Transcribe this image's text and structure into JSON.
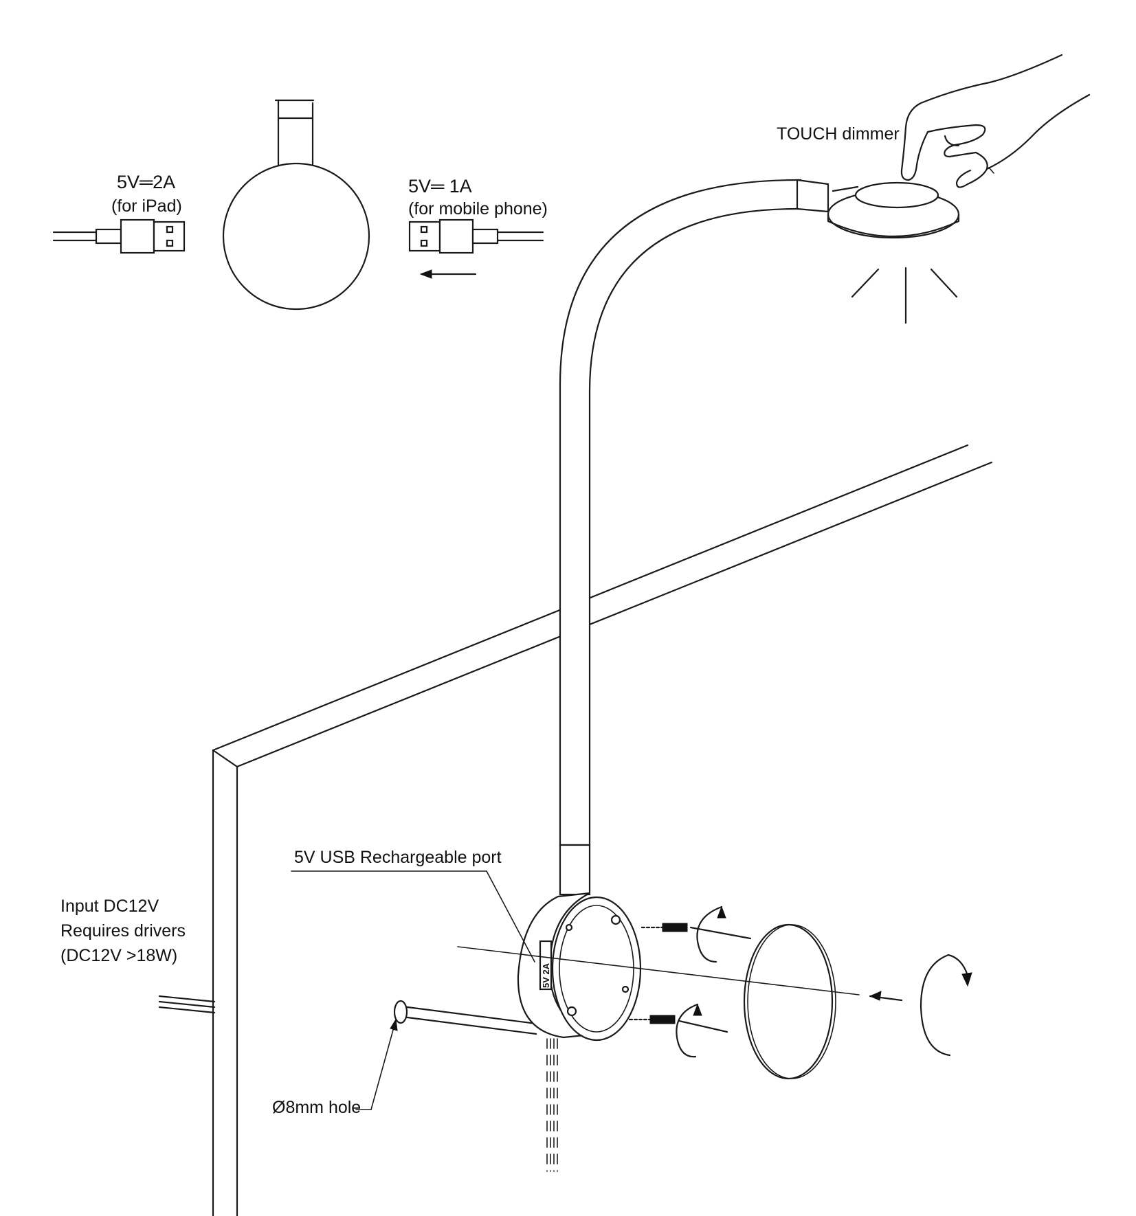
{
  "labels": {
    "usb_ipad_voltage": "5V═2A",
    "usb_ipad_note": "(for iPad)",
    "usb_phone_voltage": "5V═ 1A",
    "usb_phone_note": "(for mobile phone)",
    "touch_dimmer": "TOUCH dimmer",
    "usb_port": "5V USB Rechargeable port",
    "input_line1": "Input DC12V",
    "input_line2": "Requires drivers",
    "input_line3": "(DC12V >18W)",
    "hole": "Ø8mm hole",
    "port_marking": "5V 2A"
  },
  "icons": {
    "usb_plug_ipad": "usb-plug-icon",
    "usb_plug_phone": "usb-plug-icon",
    "rotation_arrow": "rotate-arrow-icon",
    "touch_hand": "hand-icon",
    "light_rays": "light-rays-icon"
  }
}
